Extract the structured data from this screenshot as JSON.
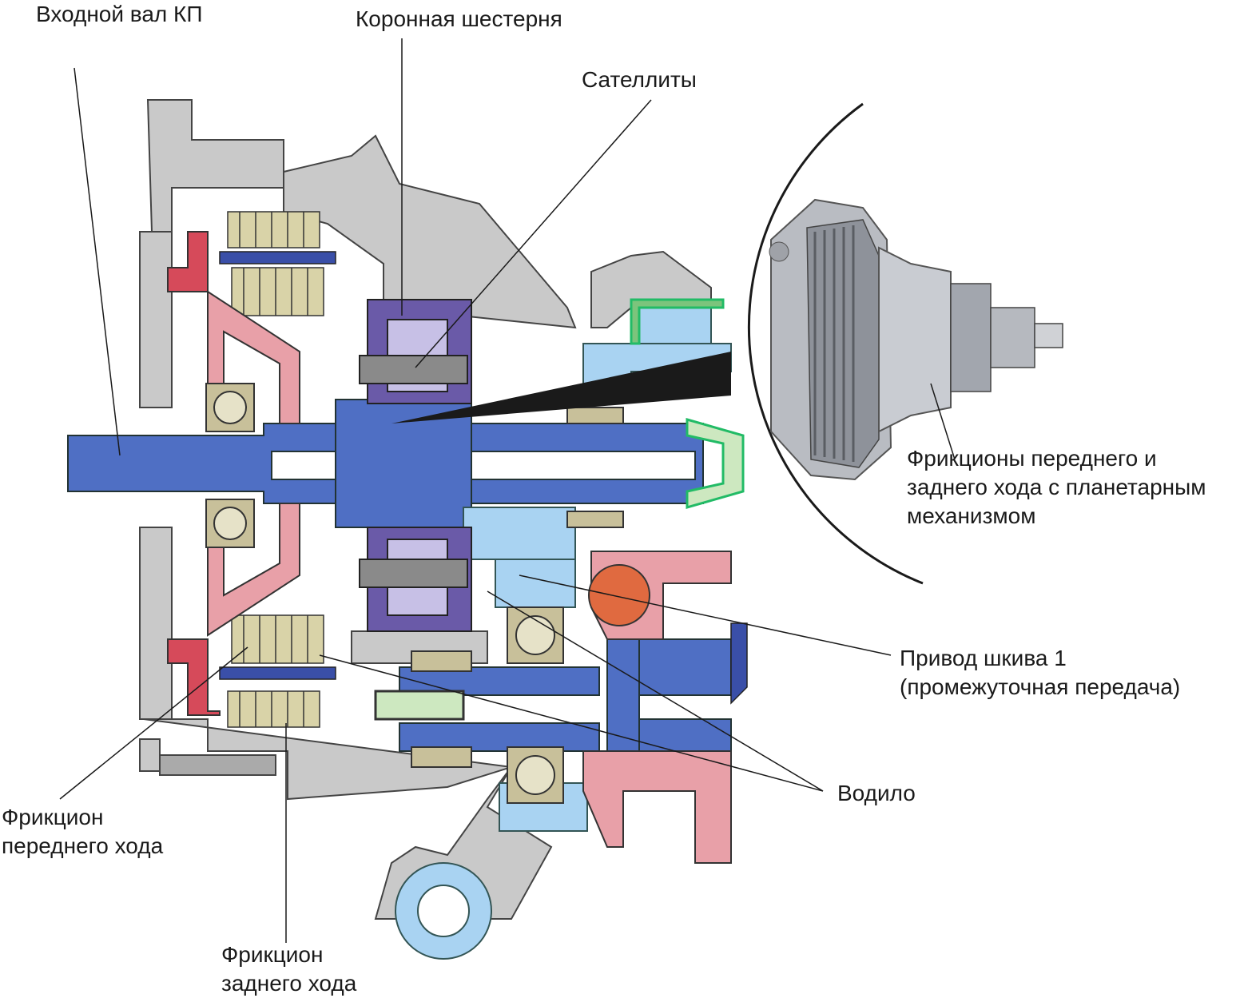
{
  "labels": {
    "input_shaft": "Входной вал КП",
    "ring_gear": "Коронная шестерня",
    "planet_gears": "Сателлиты",
    "clutches_inset": [
      "Фрикционы переднего и",
      "заднего хода с планетарным",
      "механизмом"
    ],
    "pulley_drive": [
      "Привод шкива 1",
      "(промежуточная передача)"
    ],
    "carrier": "Водило",
    "forward_clutch": [
      "Фрикцион",
      "переднего хода"
    ],
    "reverse_clutch": [
      "Фрикцион",
      "заднего хода"
    ]
  },
  "colors": {
    "shaft_blue": "#4f6fc4",
    "dark_blue": "#3a4fa8",
    "light_blue": "#a9d3f2",
    "red_parts": "#d64a5a",
    "pink_parts": "#e8a0a8",
    "bearing_olive": "#c8c09a",
    "housing_gray": "#c8c8c8",
    "purple_ring": "#6a5aa8",
    "green_seal": "#7cc47c",
    "orange_gear": "#e06a40"
  }
}
